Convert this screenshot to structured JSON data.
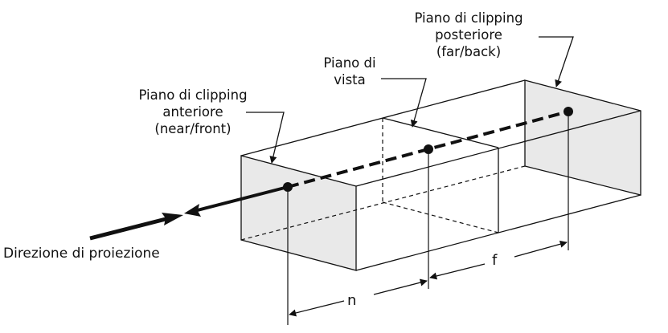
{
  "labels": {
    "far_plane": [
      "Piano di clipping",
      "posteriore",
      "(far/back)"
    ],
    "view_plane": [
      "Piano di",
      "vista"
    ],
    "near_plane": [
      "Piano di clipping",
      "anteriore",
      "(near/front)"
    ],
    "projection_direction": "Direzione di proiezione",
    "near_distance": "n",
    "far_distance": "f"
  },
  "colors": {
    "stroke": "#111111",
    "plane_fill": "#e9e9e9"
  }
}
